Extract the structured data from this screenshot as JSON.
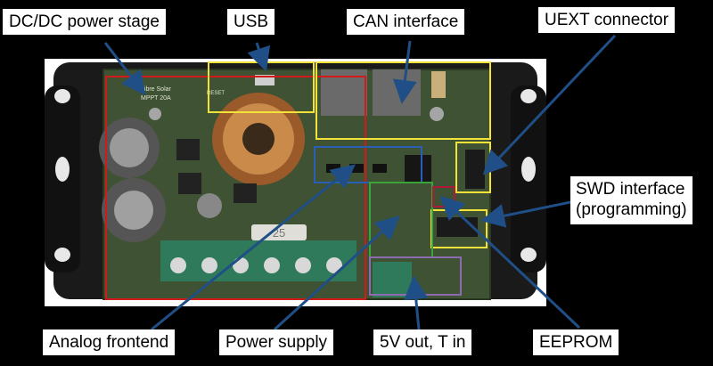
{
  "labels": {
    "dcdc": "DC/DC power stage",
    "usb": "USB",
    "can": "CAN interface",
    "uext": "UEXT connector",
    "swd_line1": "SWD interface",
    "swd_line2": "(programming)",
    "analog": "Analog frontend",
    "power": "Power supply",
    "io": "5V out, T in",
    "eeprom": "EEPROM"
  },
  "board_print": {
    "brand": "Libre Solar",
    "model": "MPPT 20A",
    "fuse": "25",
    "reset": "RESET"
  },
  "region_colors": {
    "dcdc": "#d11a1a",
    "usb": "#f2e23a",
    "can": "#f2e23a",
    "uext": "#f2e23a",
    "swd": "#f2e23a",
    "analog": "#2b5fb5",
    "power": "#3aa33a",
    "io": "#8c6bb1",
    "eeprom": "#b01a3a",
    "arrow": "#1f4f86"
  }
}
